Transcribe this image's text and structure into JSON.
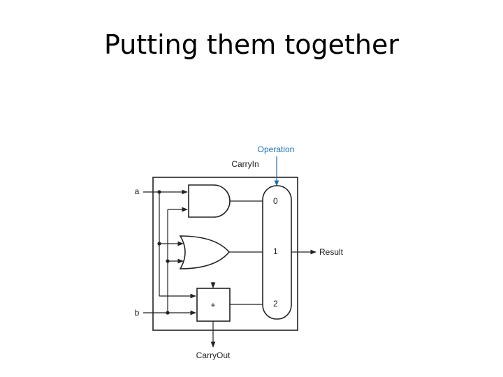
{
  "slide": {
    "title": "Putting them together"
  },
  "diagram": {
    "labels": {
      "operation": "Operation",
      "carry_in": "CarryIn",
      "input_a": "a",
      "input_b": "b",
      "result": "Result",
      "carry_out": "CarryOut",
      "adder_symbol": "+"
    },
    "mux_inputs": [
      "0",
      "1",
      "2"
    ],
    "colors": {
      "operation_label": "#1a6fb0",
      "operation_arrow": "#1a6fb0",
      "lines": "#222222"
    }
  }
}
